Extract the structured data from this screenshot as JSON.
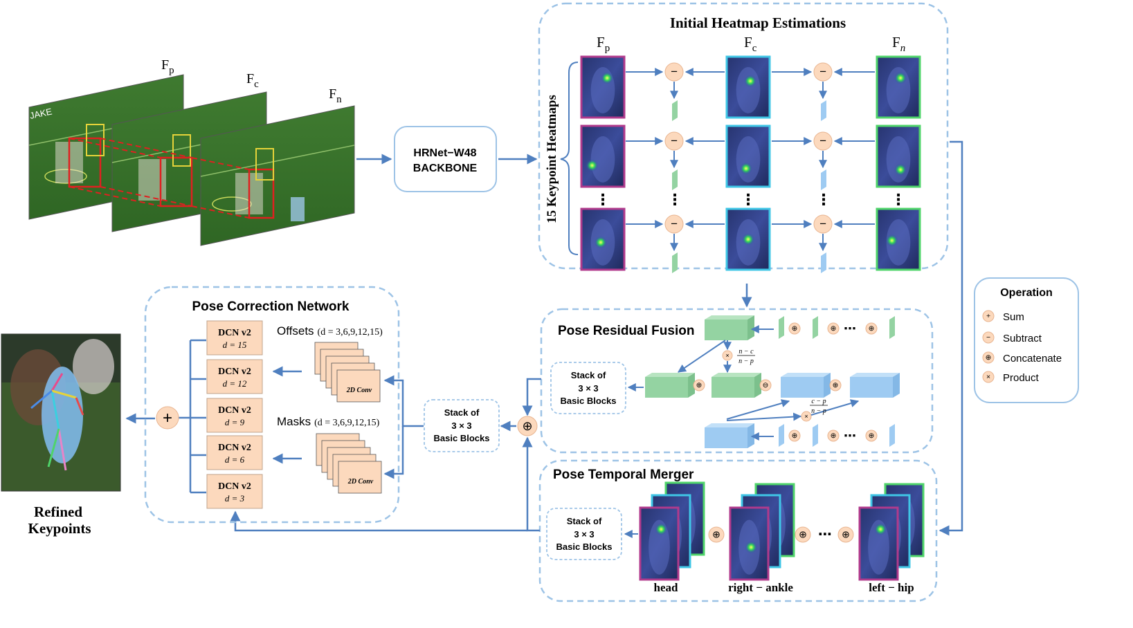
{
  "frames": {
    "prev": "F",
    "prev_sub": "p",
    "cur": "F",
    "cur_sub": "c",
    "next": "F",
    "next_sub": "n",
    "jersey_text": "JAKE"
  },
  "backbone": {
    "line1": "HRNet−W48",
    "line2": "BACKBONE"
  },
  "heatmaps": {
    "title": "Initial Heatmap Estimations",
    "side_label": "15 Keypoint Heatmaps",
    "col_prev": "F",
    "col_prev_sub": "p",
    "col_cur": "F",
    "col_cur_sub": "c",
    "col_next": "F",
    "col_next_sub": "n",
    "dots": "⋮"
  },
  "residual_fusion": {
    "title": "Pose Residual Fusion",
    "stack_lines": [
      "Stack of",
      "3 × 3",
      "Basic Blocks"
    ],
    "coef_top_num": "n − c",
    "coef_top_den": "n − p",
    "coef_bot_num": "c − p",
    "coef_bot_den": "n − p",
    "ellipsis": "⋯"
  },
  "temporal_merger": {
    "title": "Pose Temporal Merger",
    "stack_lines": [
      "Stack of",
      "3 × 3",
      "Basic Blocks"
    ],
    "labels": [
      "head",
      "right − ankle",
      "left − hip"
    ],
    "ellipsis": "⋯"
  },
  "middle_stack": {
    "lines": [
      "Stack of",
      "3 × 3",
      "Basic Blocks"
    ]
  },
  "correction": {
    "title": "Pose Correction Network",
    "offsets_label": "Offsets",
    "offsets_params": "(d = 3,6,9,12,15)",
    "masks_label": "Masks",
    "masks_params": "(d = 3,6,9,12,15)",
    "conv_label": "2D Conv",
    "dcn_blocks": [
      {
        "name": "DCN v2",
        "param": "d = 15"
      },
      {
        "name": "DCN v2",
        "param": "d = 12"
      },
      {
        "name": "DCN v2",
        "param": "d = 9"
      },
      {
        "name": "DCN v2",
        "param": "d = 6"
      },
      {
        "name": "DCN v2",
        "param": "d = 3"
      }
    ]
  },
  "output": {
    "line1": "Refined",
    "line2": "Keypoints"
  },
  "legend": {
    "title": "Operation",
    "items": [
      {
        "symbol": "+",
        "label": "Sum"
      },
      {
        "symbol": "−",
        "label": "Subtract"
      },
      {
        "symbol": "⊕",
        "label": "Concatenate"
      },
      {
        "symbol": "×",
        "label": "Product"
      }
    ]
  },
  "colors": {
    "dash_border": "#9dc3e6",
    "arrow": "#4f7fbf",
    "prev_frame": "#b03a8c",
    "cur_frame": "#3fc6e6",
    "next_frame": "#4fd46a",
    "peach": "#fcd9bd",
    "green_block": "#94d3a2",
    "blue_block": "#9ecbf2",
    "bbox_red": "#e02020"
  }
}
